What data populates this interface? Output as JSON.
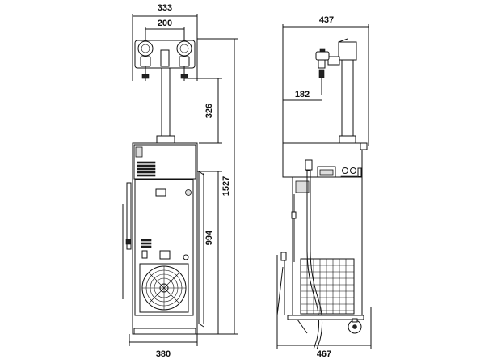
{
  "dimensions": {
    "front_top_width": "333",
    "front_tap_spacing": "200",
    "front_tower_height": "326",
    "front_total_height": "1527",
    "front_body_height": "994",
    "front_base_width": "380",
    "side_top_depth": "437",
    "side_tap_offset": "182",
    "side_base_depth": "467"
  },
  "colors": {
    "line": "#111111",
    "background": "#ffffff",
    "panel": "#dddddd"
  }
}
